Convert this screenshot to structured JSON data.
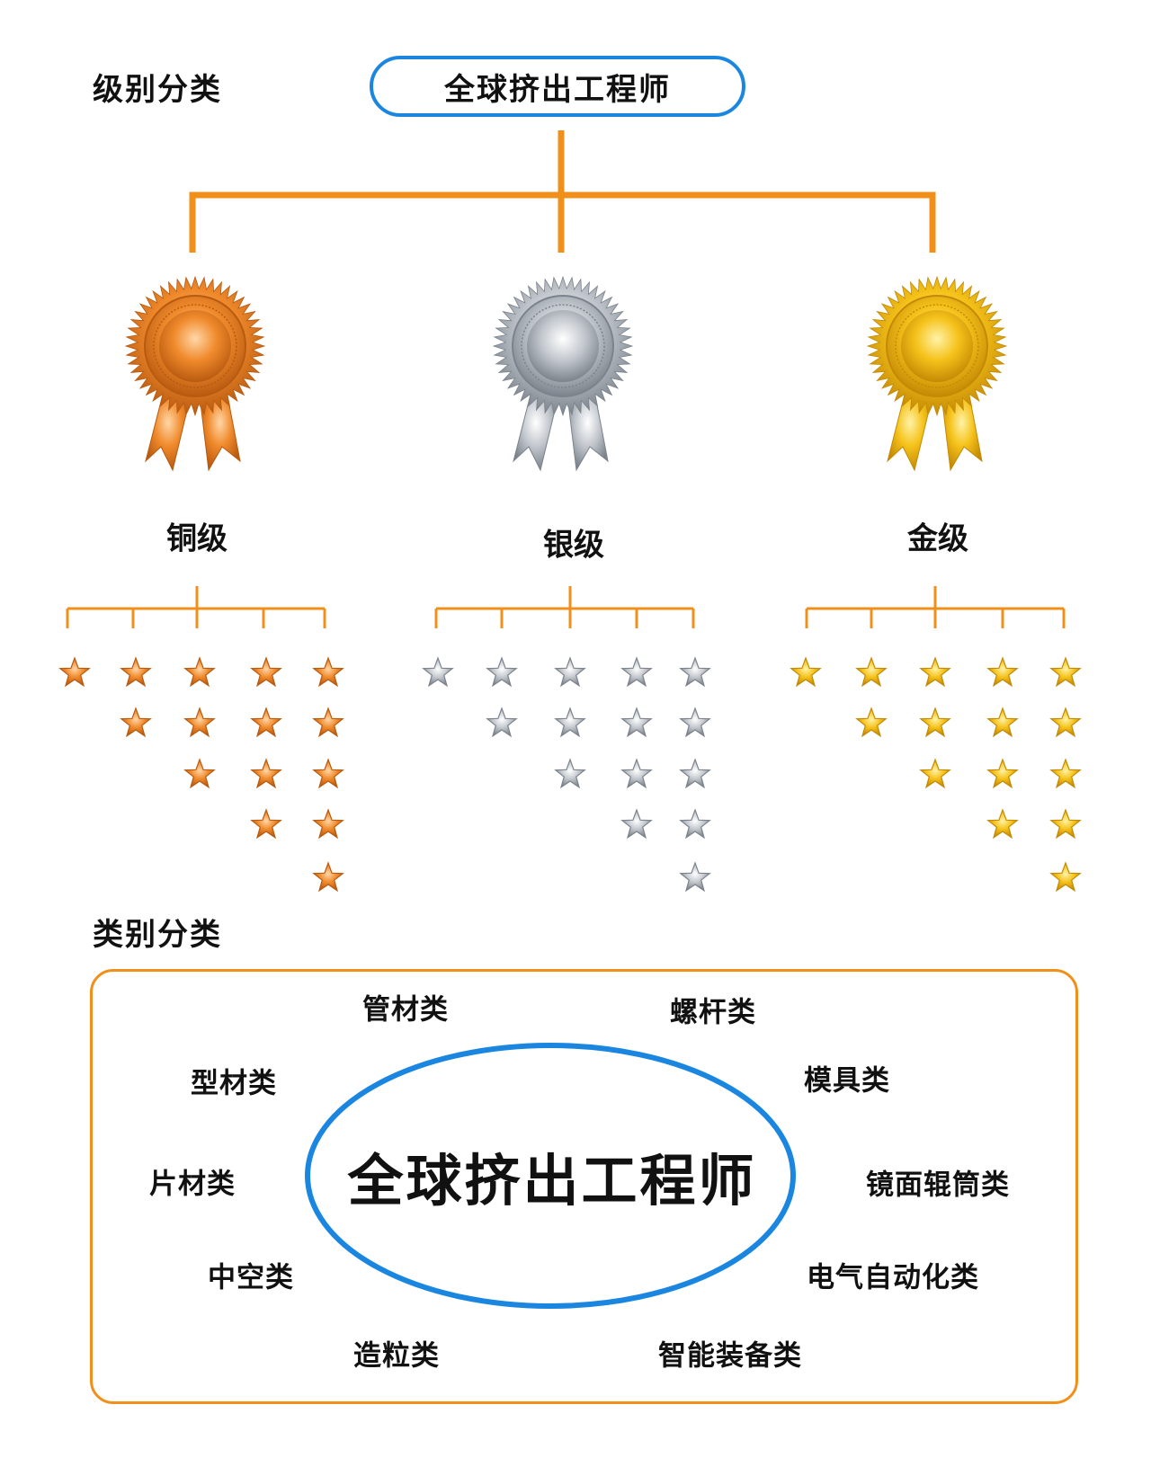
{
  "level_section": {
    "heading": "级别分类",
    "root": "全球挤出工程师",
    "levels": [
      {
        "label": "铜级",
        "medal": "bronze-medal-icon",
        "color": "#e8801e",
        "stars_per_column": [
          1,
          2,
          3,
          4,
          5
        ]
      },
      {
        "label": "银级",
        "medal": "silver-medal-icon",
        "color": "#a8aeb6",
        "stars_per_column": [
          1,
          2,
          3,
          4,
          5
        ]
      },
      {
        "label": "金级",
        "medal": "gold-medal-icon",
        "color": "#f2b90f",
        "stars_per_column": [
          1,
          2,
          3,
          4,
          5
        ]
      }
    ]
  },
  "category_section": {
    "heading": "类别分类",
    "center": "全球挤出工程师",
    "categories": [
      "管材类",
      "螺杆类",
      "型材类",
      "模具类",
      "片材类",
      "镜面辊筒类",
      "中空类",
      "电气自动化类",
      "造粒类",
      "智能装备类"
    ]
  },
  "colors": {
    "line": "#f0901a",
    "outline_blue": "#1a86e0"
  }
}
